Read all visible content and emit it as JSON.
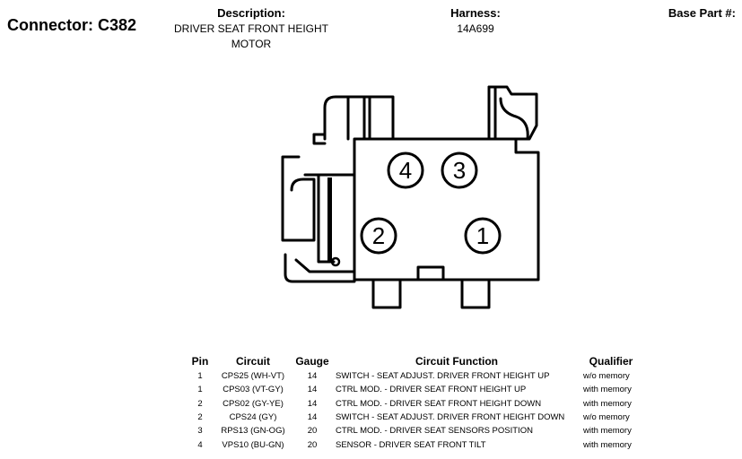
{
  "connector": {
    "label": "Connector:",
    "id": "C382"
  },
  "description": {
    "label": "Description:",
    "line1": "DRIVER SEAT FRONT HEIGHT",
    "line2": "MOTOR"
  },
  "harness": {
    "label": "Harness:",
    "value": "14A699"
  },
  "base_part": {
    "label": "Base Part #:"
  },
  "pin_labels": [
    "4",
    "3",
    "2",
    "1"
  ],
  "table": {
    "headers": {
      "pin": "Pin",
      "circuit": "Circuit",
      "gauge": "Gauge",
      "function": "Circuit Function",
      "qualifier": "Qualifier"
    },
    "rows": [
      {
        "pin": "1",
        "circuit": "CPS25 (WH-VT)",
        "gauge": "14",
        "function": "SWITCH - SEAT ADJUST. DRIVER FRONT HEIGHT UP",
        "qualifier": "w/o memory"
      },
      {
        "pin": "1",
        "circuit": "CPS03 (VT-GY)",
        "gauge": "14",
        "function": "CTRL MOD. - DRIVER SEAT FRONT HEIGHT UP",
        "qualifier": "with memory"
      },
      {
        "pin": "2",
        "circuit": "CPS02 (GY-YE)",
        "gauge": "14",
        "function": "CTRL MOD. - DRIVER SEAT FRONT HEIGHT DOWN",
        "qualifier": "with memory"
      },
      {
        "pin": "2",
        "circuit": "CPS24 (GY)",
        "gauge": "14",
        "function": "SWITCH - SEAT ADJUST. DRIVER FRONT HEIGHT DOWN",
        "qualifier": "w/o memory"
      },
      {
        "pin": "3",
        "circuit": "RPS13 (GN-OG)",
        "gauge": "20",
        "function": "CTRL MOD. - DRIVER SEAT SENSORS POSITION",
        "qualifier": "with memory"
      },
      {
        "pin": "4",
        "circuit": "VPS10 (BU-GN)",
        "gauge": "20",
        "function": "SENSOR - DRIVER SEAT FRONT TILT",
        "qualifier": "with memory"
      }
    ]
  }
}
